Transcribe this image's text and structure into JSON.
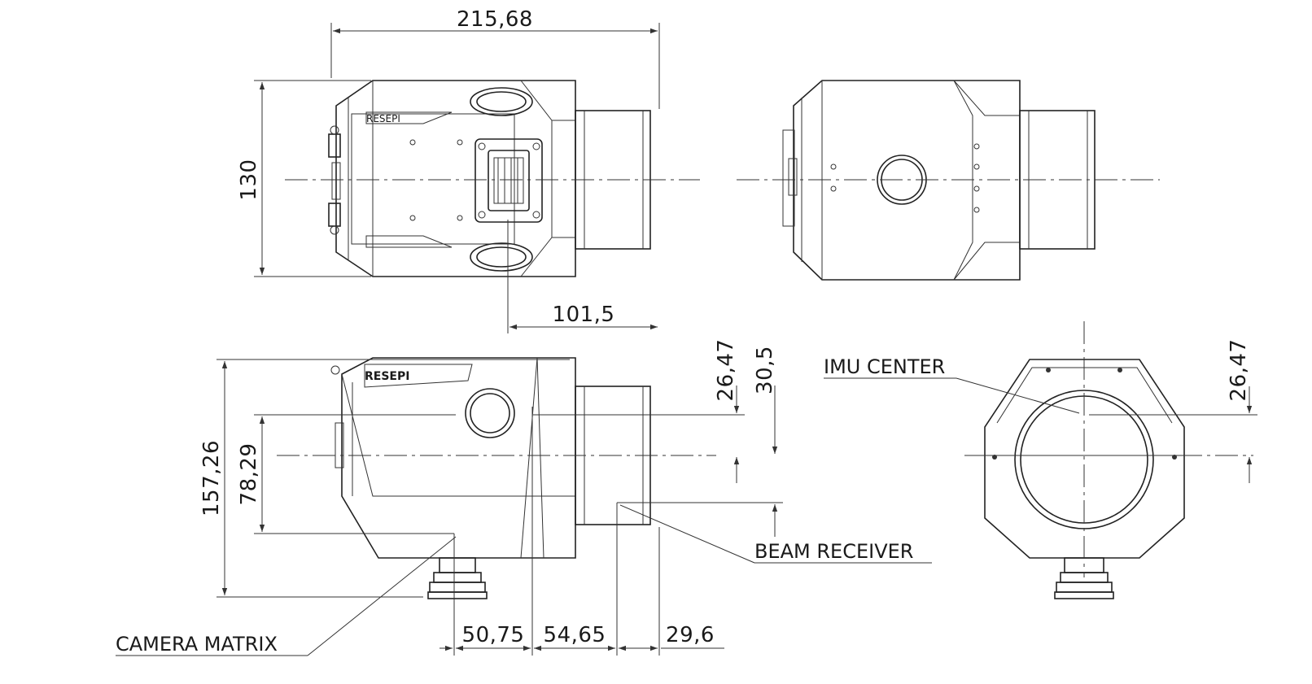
{
  "dimensions": {
    "total_length": "215,68",
    "height": "130",
    "lens_offset": "101,5",
    "side_height": "157,26",
    "camera_height": "78,29",
    "imu_offset_side": "26,47",
    "receiver_offset": "30,5",
    "imu_offset_front": "26,47",
    "camera_x": "50,75",
    "imu_x": "54,65",
    "receiver_length": "29,6"
  },
  "labels": {
    "imu_center": "IMU CENTER",
    "beam_receiver": "BEAM RECEIVER",
    "camera_matrix": "CAMERA MATRIX"
  },
  "branding": {
    "logo_text": "RESEPI"
  }
}
